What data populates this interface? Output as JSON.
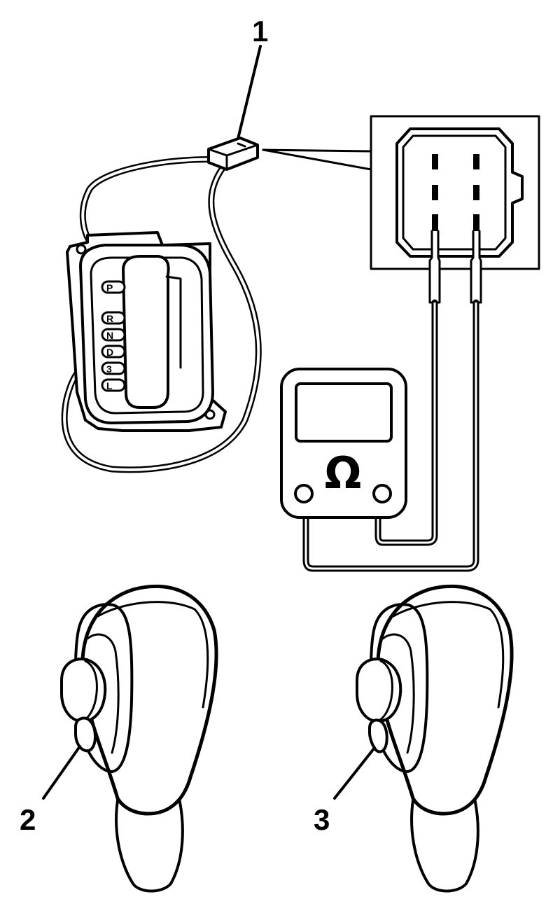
{
  "callouts": {
    "c1": "1",
    "c2": "2",
    "c3": "3"
  },
  "meter": {
    "symbol": "Ω"
  },
  "switch": {
    "gears": [
      "P",
      "R",
      "N",
      "D",
      "3",
      "L"
    ]
  },
  "colors": {
    "line": "#000000",
    "background": "#ffffff"
  }
}
